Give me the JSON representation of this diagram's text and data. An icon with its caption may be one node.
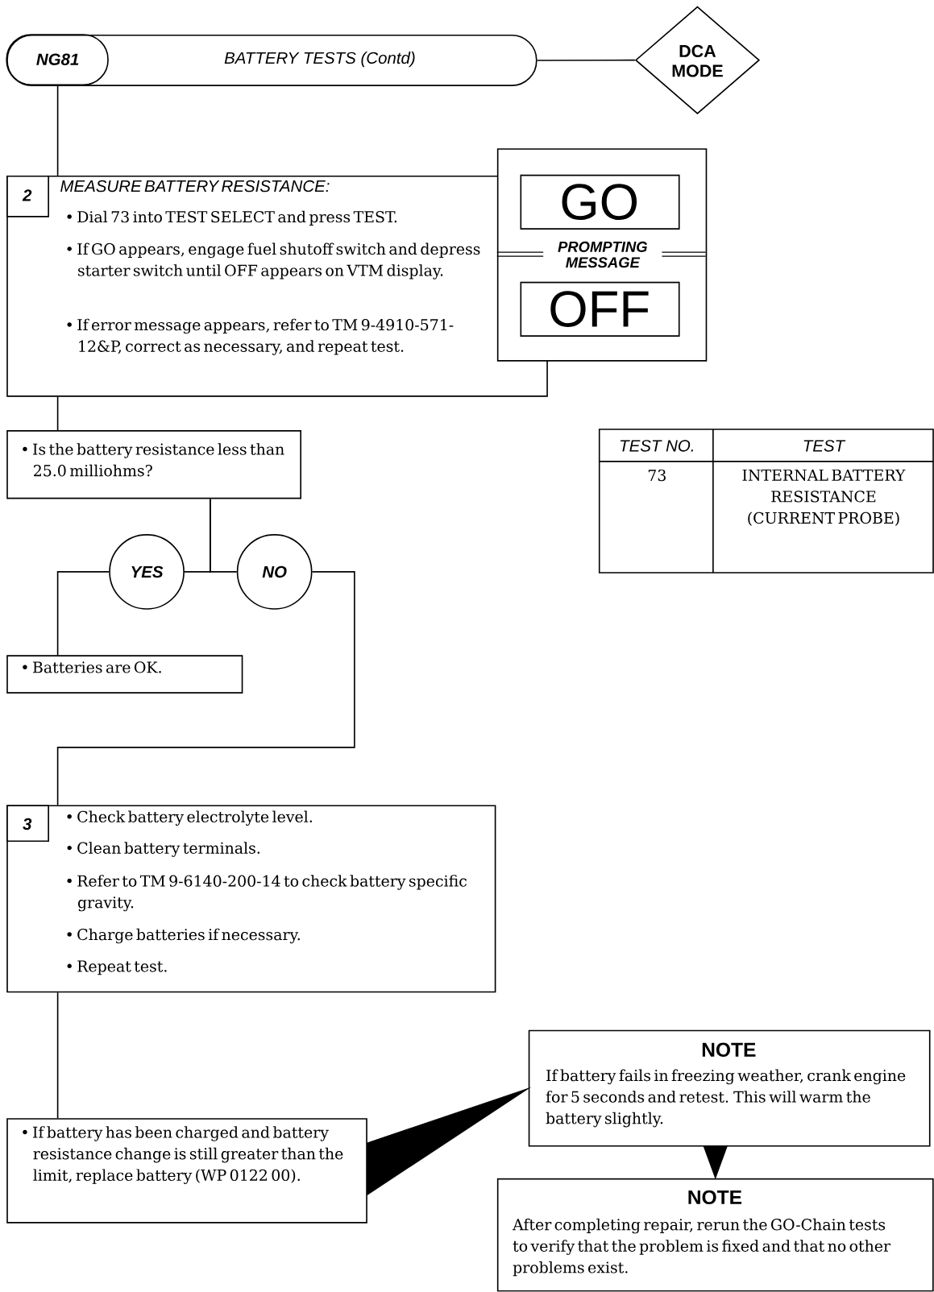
{
  "diagram": {
    "nodes": [
      {
        "text": [
          "NG81",
          "BATTERY TESTS (Contd)"
        ]
      },
      {
        "text": [
          "DCA MODE"
        ]
      },
      {
        "text": [
          "MEASURE BATTERY RESISTANCE:",
          "• Dial 73 into TEST SELECT and press TEST.",
          "• If GO appears, engage fuel shutoff switch and depress starter switch until OFF appears on VTM display.",
          "• If error message appears, refer to TM 9-4910-571-12&P, correct as necessary, and repeat test."
        ]
      },
      {
        "text": [
          "2"
        ],
        "in": 2
      },
      {
        "text": [
          "PROMPTING MESSAGE"
        ]
      },
      {
        "text": [
          "GO"
        ],
        "in": 4
      },
      {
        "text": [
          "OFF"
        ],
        "in": 4
      },
      {
        "text": [
          "• Is the battery resistance less than 25.0 milliohms?"
        ]
      },
      {
        "text": [
          "YES"
        ]
      },
      {
        "text": [
          "NO"
        ]
      },
      {
        "text": [
          "• Batteries are OK."
        ]
      },
      {
        "text": [
          "• Check battery electrolyte level.",
          "• Clean battery terminals.",
          "• Refer to TM 9-6140-200-14 to check battery specific gravity.",
          "• Charge batteries if necessary.",
          "• Repeat test."
        ]
      },
      {
        "text": [
          "3"
        ],
        "in": 11
      },
      {
        "text": [
          "• If battery has been charged and battery resistance change is still greater than the limit, replace battery (WP 0122 00)."
        ]
      },
      {
        "text": [
          "NOTE",
          "If battery fails in freezing weather, crank engine for 5 seconds and retest. This will warm the battery slightly."
        ]
      },
      {
        "text": [
          "NOTE",
          "After completing repair, rerun the GO-Chain tests to verify that the problem is fixed and that no other problems exist."
        ]
      }
    ],
    "edges": [
      {
        "from": 0,
        "to": 1,
        "arrow": "none"
      },
      {
        "from": 0,
        "to": 2,
        "arrow": "none"
      },
      {
        "from": 2,
        "to": 7,
        "arrow": "none"
      },
      {
        "from": 7,
        "to": 8,
        "arrow": "none"
      },
      {
        "from": 7,
        "to": 9,
        "arrow": "none"
      },
      {
        "from": 8,
        "to": 10,
        "arrow": "none"
      },
      {
        "from": 9,
        "to": 11,
        "arrow": "none"
      },
      {
        "from": 11,
        "to": 13,
        "arrow": "none"
      },
      {
        "from": 13,
        "to": 14,
        "arrow": "to"
      },
      {
        "from": 14,
        "to": 15,
        "arrow": "to"
      }
    ],
    "labels": [
      "TEST NO.",
      "TEST",
      "73",
      "INTERNAL BATTERY RESISTANCE (CURRENT PROBE)"
    ]
  }
}
